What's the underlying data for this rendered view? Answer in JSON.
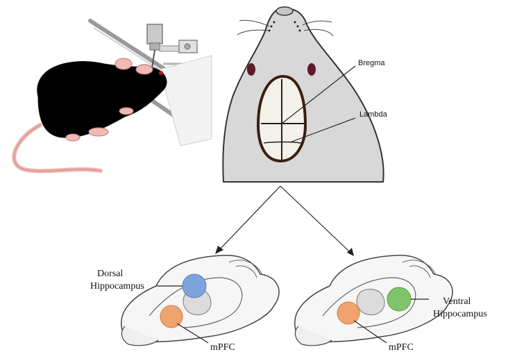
{
  "labels": {
    "bregma": "Bregma",
    "lambda": "Lambda",
    "dorsal_line1": "Dorsal",
    "dorsal_line2": "Hippocampus",
    "ventral_line1": "Ventral",
    "ventral_line2": "Hippocampus",
    "mpfc_left": "mPFC",
    "mpfc_right": "mPFC"
  },
  "colors": {
    "dorsal_hippocampus": "#7ea3dc",
    "ventral_hippocampus": "#7fc46a",
    "mpfc": "#f0a36c",
    "mouse_fur": "#000000",
    "mouse_skin": "#f2b8b4",
    "head_fill": "#d9d9d9"
  },
  "icons": {
    "mouse": "mouse-in-stereotaxic-frame-icon",
    "skull": "mouse-skull-top-view-icon",
    "brain": "mouse-brain-sagittal-icon"
  }
}
